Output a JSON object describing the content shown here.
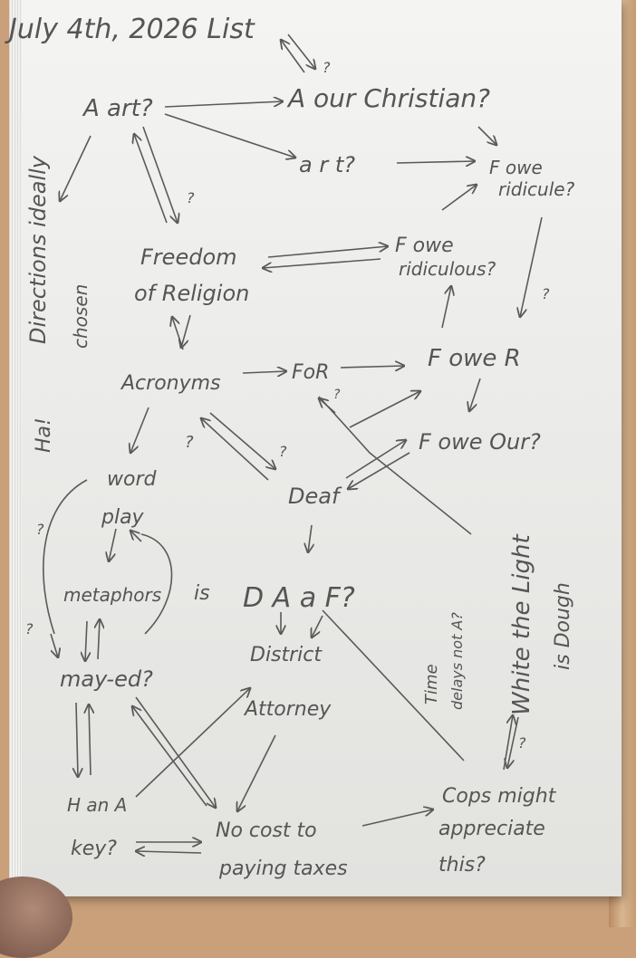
{
  "title": "July 4th, 2026 List",
  "nodes": {
    "a_art": "A art?",
    "a_our_christian": "A our Christian?",
    "a_r_t": "a r t?",
    "fowe_ridicule": [
      "F owe",
      "ridicule?"
    ],
    "directions": [
      "Directions ideally",
      "chosen"
    ],
    "freedom": [
      "Freedom",
      "of Religion"
    ],
    "fowe_ridiculous": [
      "F owe",
      "ridiculous?"
    ],
    "ha": "Ha!",
    "acronyms": "Acronyms",
    "for": "FoR",
    "fowe_r": "F owe R",
    "fowe_our": "F owe Our?",
    "word_play": [
      "word",
      "play"
    ],
    "deaf": "Deaf",
    "metaphors": "metaphors",
    "is": "is",
    "daf": "D A a F?",
    "may_ed": "may-ed?",
    "district_attorney": [
      "District",
      "Attorney"
    ],
    "time_delays": [
      "Time",
      "delays not A?"
    ],
    "white_light": [
      "White the Light",
      "is Dough"
    ],
    "h_an_a_key": [
      "H an A",
      "key?"
    ],
    "no_cost": [
      "No cost to",
      "paying taxes"
    ],
    "cops": [
      "Cops might",
      "appreciate",
      "this?"
    ],
    "q": "?"
  }
}
